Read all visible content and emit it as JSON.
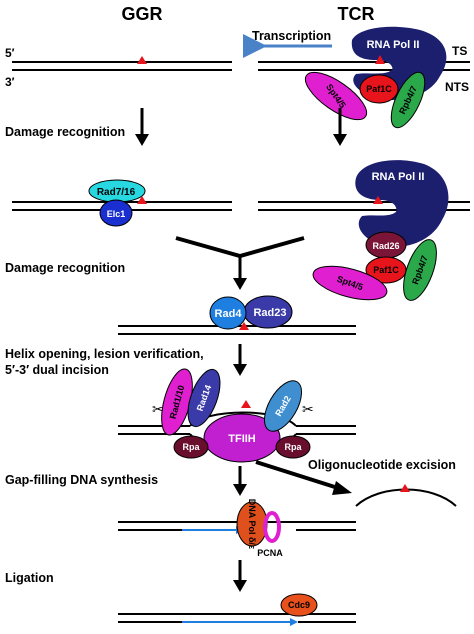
{
  "headers": {
    "ggr": "GGR",
    "tcr": "TCR"
  },
  "strand_labels": {
    "five_prime": "5′",
    "three_prime": "3′",
    "ts": "TS",
    "nts": "NTS"
  },
  "transcription_label": "Transcription",
  "steps": {
    "damage_recognition_1": "Damage recognition",
    "damage_recognition_2": "Damage recognition",
    "helix_line1": "Helix opening, lesion verification,",
    "helix_line2": "5′-3′ dual incision",
    "gap_filling": "Gap-filling DNA synthesis",
    "ligation": "Ligation",
    "oligo_excision": "Oligonucleotide excision"
  },
  "proteins": {
    "rna_pol_ii": "RNA Pol II",
    "spt45": "Spt4/5",
    "paf1c": "Paf1C",
    "rpb47": "Rpb4/7",
    "rad716": "Rad7/16",
    "elc1": "Elc1",
    "rad26": "Rad26",
    "rad4": "Rad4",
    "rad23": "Rad23",
    "rad110": "Rad1/10",
    "rad14": "Rad14",
    "rad2": "Rad2",
    "tfiih": "TFIIH",
    "rpa": "Rpa",
    "dna_pol": "DNA Pol δ/ε",
    "pcna": "PCNA",
    "cdc9": "Cdc9"
  },
  "colors": {
    "lesion": "#e8141c",
    "rna_pol_ii": "#1c1f6e",
    "spt45": "#e020d0",
    "paf1c": "#e8141c",
    "rpb47": "#2aa84a",
    "rad716": "#28d8e0",
    "elc1": "#1a2fd0",
    "rad26": "#7a1538",
    "rad4": "#1e7fe0",
    "rad23": "#3a3aa8",
    "rad110": "#e020d0",
    "rad14": "#3a3aa8",
    "rad2": "#3f8fd0",
    "tfiih": "#c020d0",
    "rpa": "#6a0e2e",
    "dna_pol": "#e0501c",
    "pcna": "#e020d0",
    "cdc9": "#e8501c",
    "new_dna": "#1e7fe0",
    "transcription_arrow": "#4a82c8"
  }
}
